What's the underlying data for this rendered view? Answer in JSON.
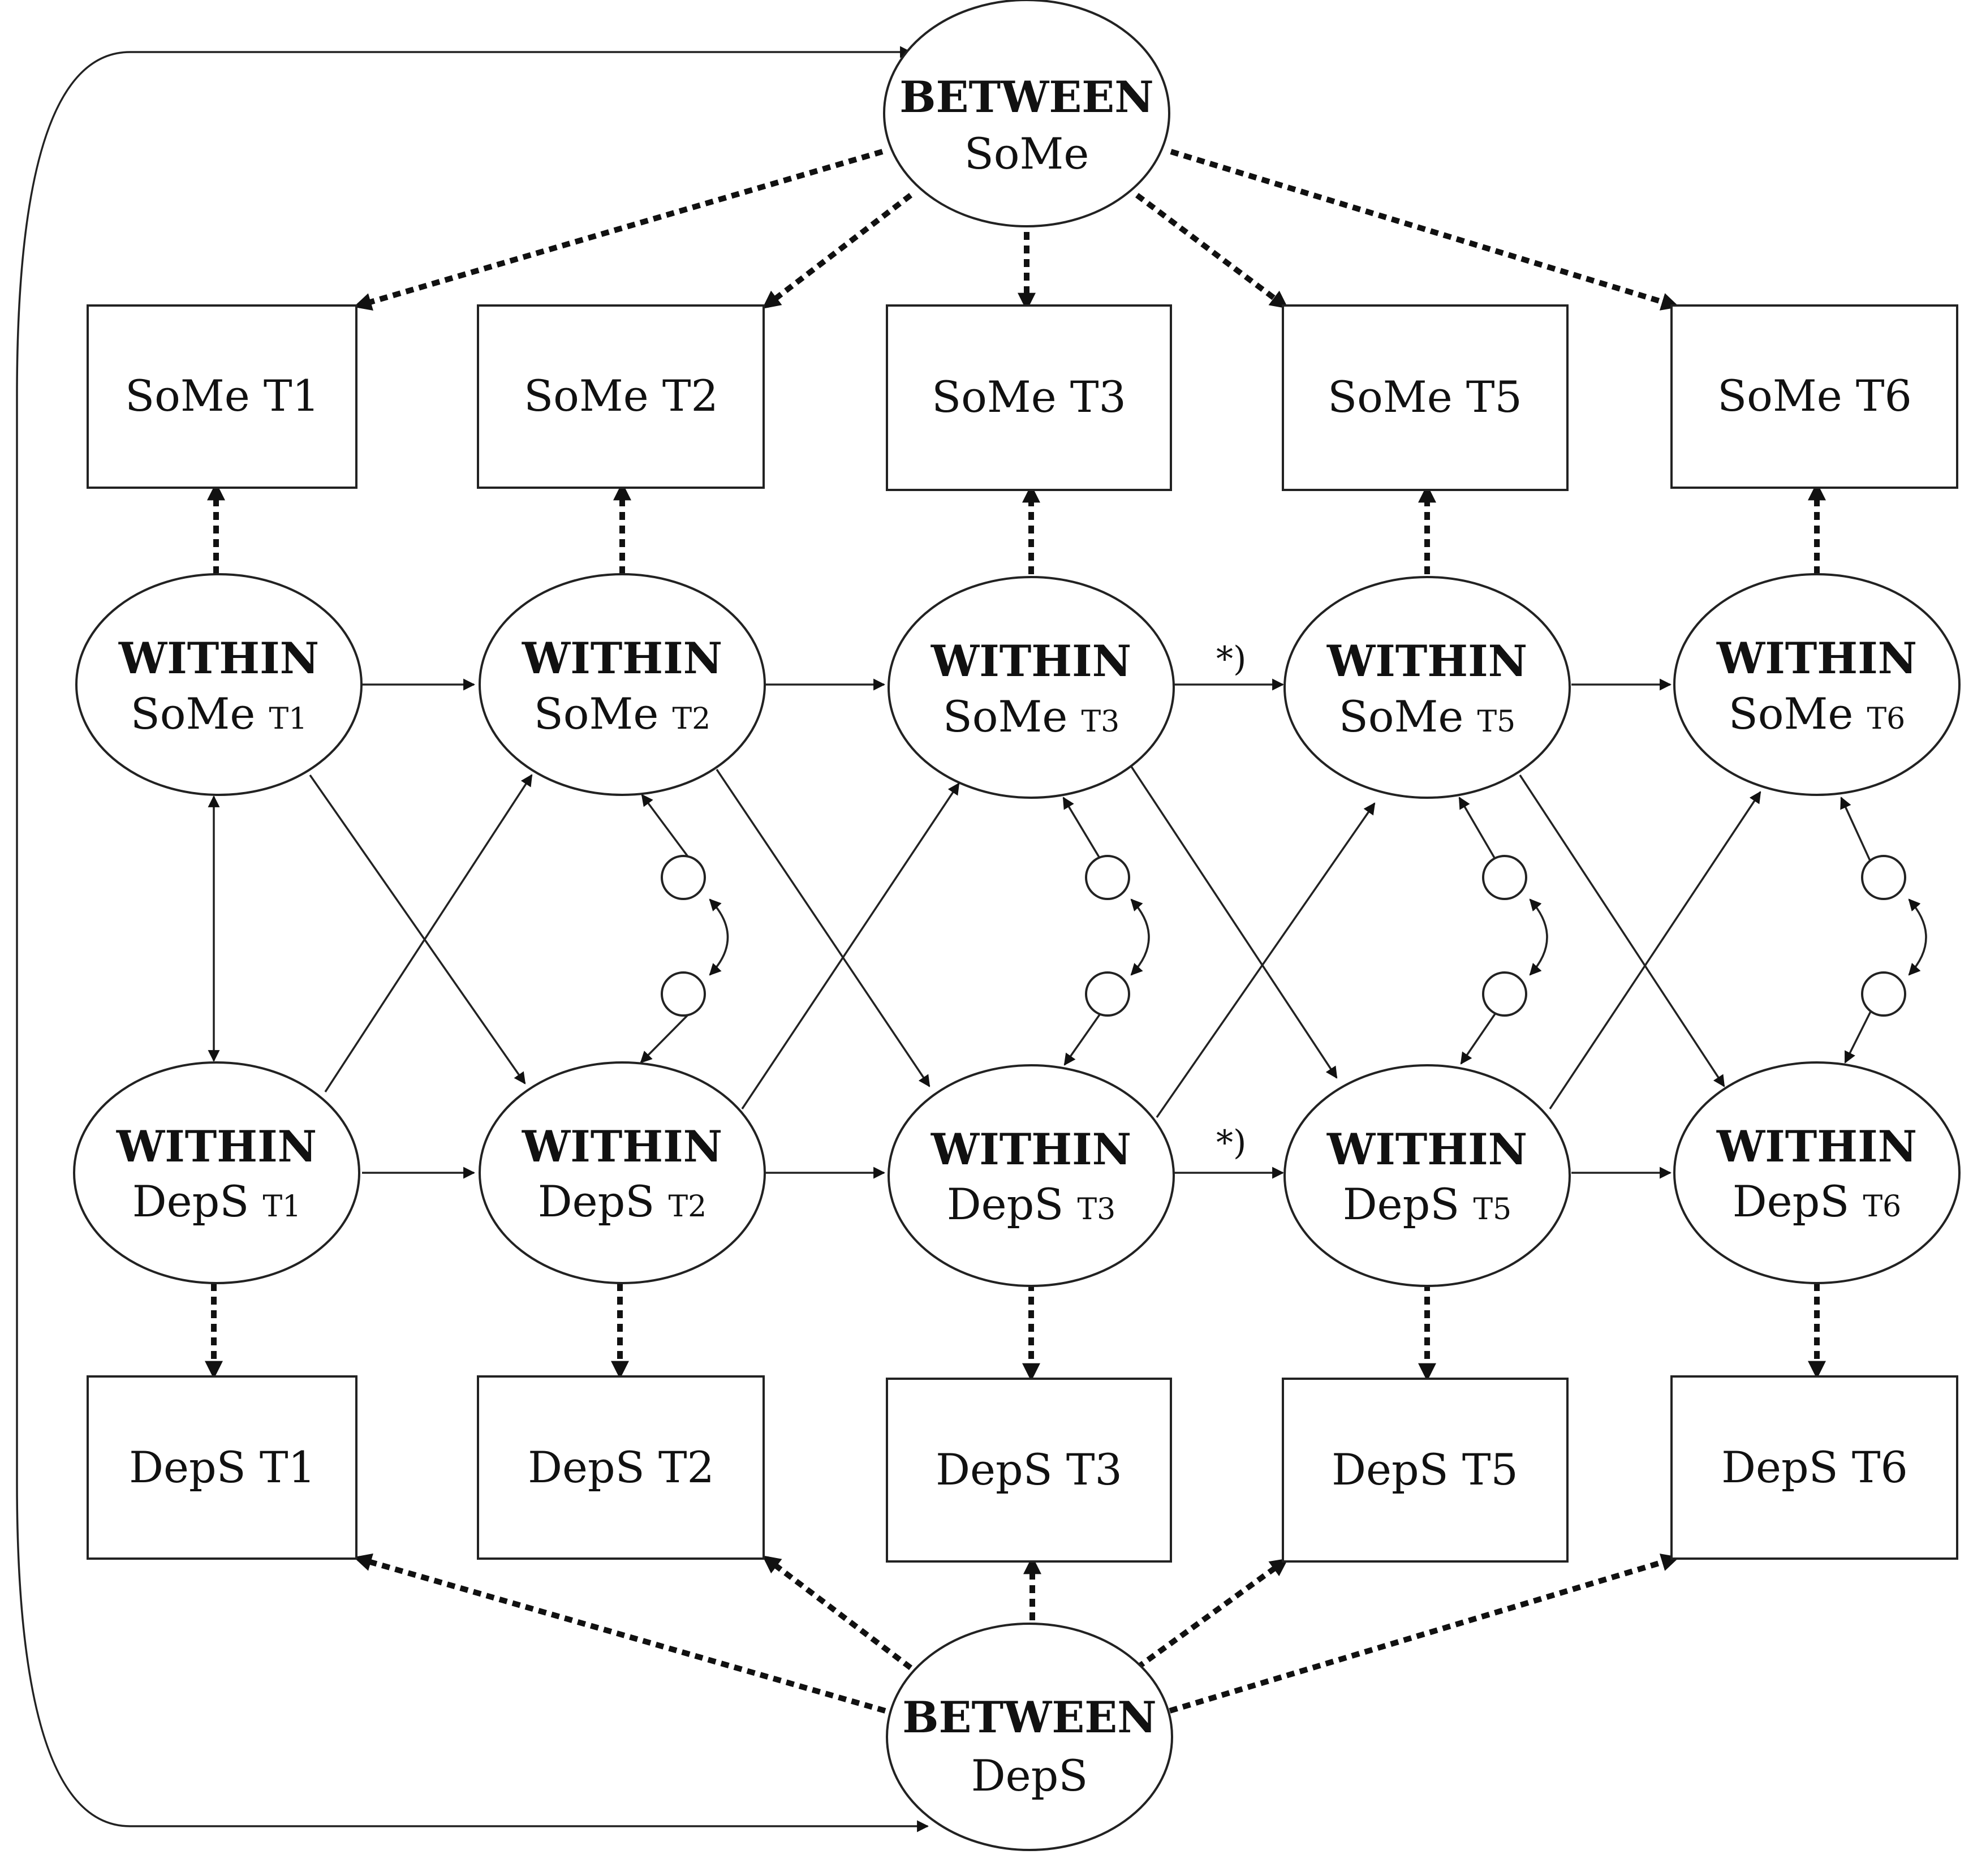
{
  "between": {
    "some": {
      "title": "BETWEEN",
      "label": "SoMe"
    },
    "deps": {
      "title": "BETWEEN",
      "label": "DepS"
    }
  },
  "observed": {
    "some": [
      "SoMe T1",
      "SoMe T2",
      "SoMe T3",
      "SoMe T5",
      "SoMe T6"
    ],
    "deps": [
      "DepS T1",
      "DepS T2",
      "DepS T3",
      "DepS T5",
      "DepS T6"
    ]
  },
  "within": {
    "title": "WITHIN",
    "some_label": "SoMe",
    "deps_label": "DepS",
    "subscripts": [
      "T1",
      "T2",
      "T3",
      "T5",
      "T6"
    ]
  },
  "annotations": {
    "skipped_wave_marker": "*)"
  }
}
